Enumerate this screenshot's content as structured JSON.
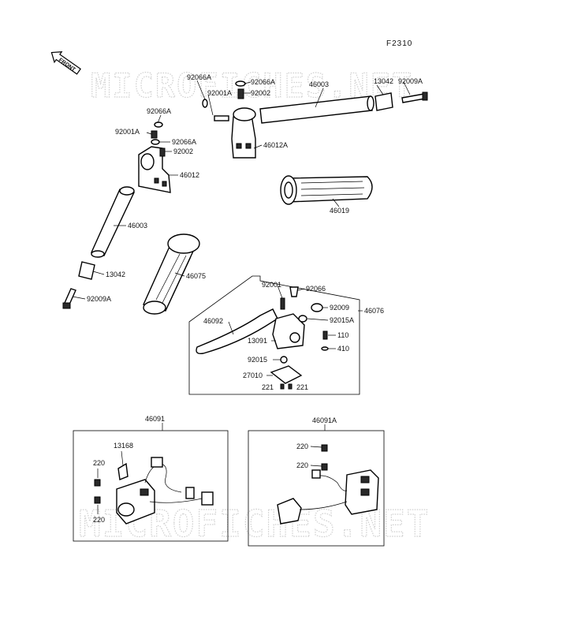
{
  "figure_code": "F2310",
  "front_label": "FRONT",
  "watermark": "MICROFICHES.NET",
  "labels": {
    "p92066A_top": "92066A",
    "p92066A_top2": "92066A",
    "p92001A_top": "92001A",
    "p92002_top": "92002",
    "p46003_top": "46003",
    "p13042_top": "13042",
    "p92009A_top": "92009A",
    "p46012A": "46012A",
    "p92066A_left": "92066A",
    "p92001A_left": "92001A",
    "p92066A_left2": "92066A",
    "p92002_left": "92002",
    "p46012": "46012",
    "p46019": "46019",
    "p46003_left": "46003",
    "p13042_left": "13042",
    "p92009A_left": "92009A",
    "p46075": "46075",
    "p92001": "92001",
    "p92066": "92066",
    "p92009": "92009",
    "p92015A": "92015A",
    "p46076": "46076",
    "p46092": "46092",
    "p13091": "13091",
    "p110": "110",
    "p410": "410",
    "p92015": "92015",
    "p27010": "27010",
    "p221a": "221",
    "p221b": "221",
    "p46091": "46091",
    "p13168": "13168",
    "p220a": "220",
    "p220b": "220",
    "p46091A": "46091A",
    "p220c": "220",
    "p220d": "220"
  }
}
